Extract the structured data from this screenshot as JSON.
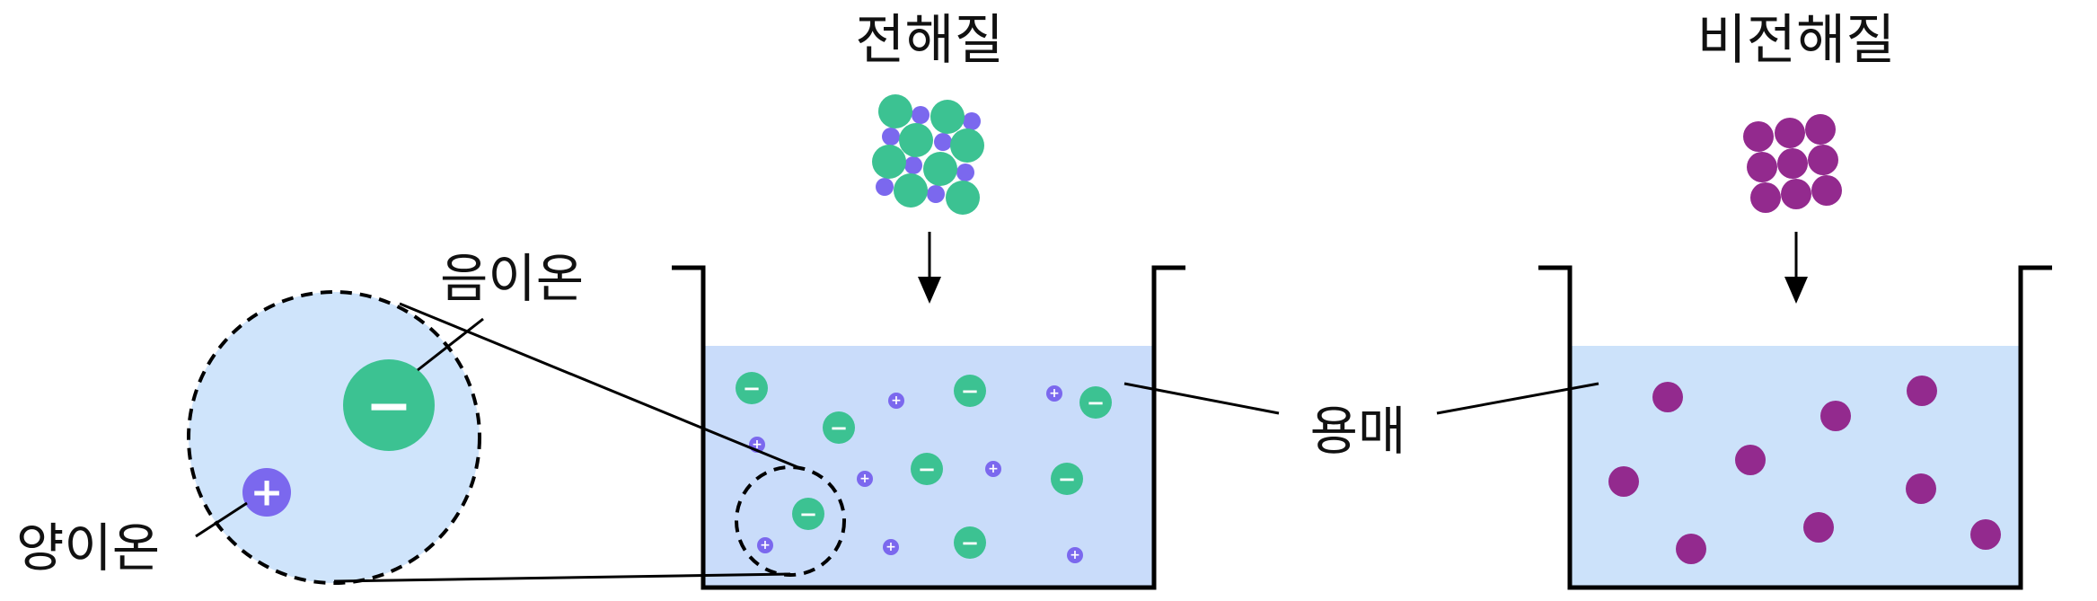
{
  "labels": {
    "electrolyte": "전해질",
    "nonelectrolyte": "비전해질",
    "anion": "음이온",
    "cation": "양이온",
    "solvent": "용매"
  },
  "symbols": {
    "minus": "−",
    "plus": "+"
  },
  "colors": {
    "anion": "#3cc292",
    "cation": "#7b68ee",
    "nonelectrolyte_particle": "#932a8e",
    "solvent_left": "#c9dcfa",
    "solvent_right": "#cce2fa",
    "magnifier": "#cfe4fb",
    "line": "#000000"
  },
  "icons": {
    "arrow": "arrow-down-icon",
    "anion": "minus-sign-icon",
    "cation": "plus-sign-icon"
  }
}
